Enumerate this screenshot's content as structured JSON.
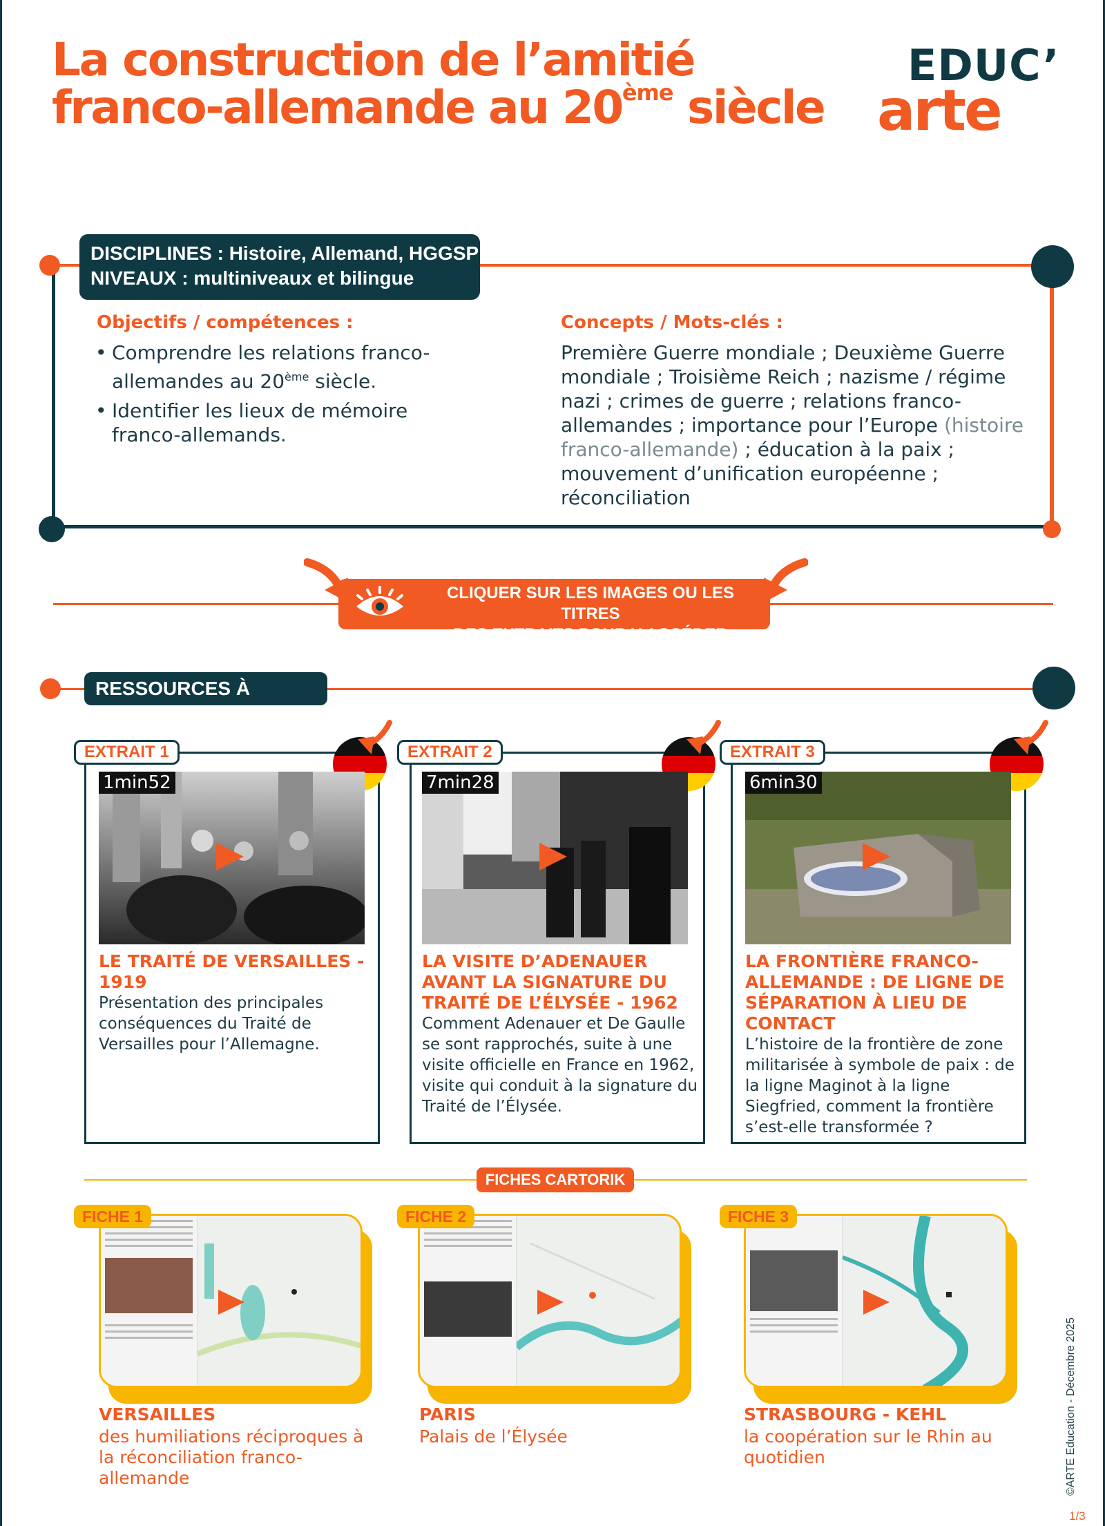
{
  "header": {
    "title_line1": "La construction de l’amitié",
    "title_line2_pre": "franco-allemande au 20",
    "title_line2_sup": "ème",
    "title_line2_post": " siècle",
    "logo_educ": "EDUC’",
    "logo_arte": "arte"
  },
  "disciplines": {
    "label_disc": "DISCIPLINES :",
    "value_disc": "Histoire, Allemand, HGGSP",
    "label_niv": "NIVEAUX :",
    "value_niv": "multiniveaux et bilingue"
  },
  "objectives": {
    "title": "Objectifs / compétences :",
    "item1_pre": "Comprendre les relations franco-allemandes au 20",
    "item1_sup": "ème",
    "item1_post": " siècle.",
    "item2": "Identifier les lieux de mémoire franco-allemands."
  },
  "concepts": {
    "title": "Concepts / Mots-clés :",
    "text_pre": "Première Guerre mondiale ; Deuxième Guerre mondiale ; Troisième Reich ; nazisme / régime nazi ; crimes de guerre ; relations franco-allemandes ; importance pour l’Europe ",
    "text_muted": "(histoire franco-allemande)",
    "text_post": " ; éducation à la paix ; mouvement d’unification européenne ; réconciliation"
  },
  "banner": {
    "line1": "CLIQUER SUR LES IMAGES OU LES TITRES",
    "line2": "DES EXTRAITS POUR Y ACCÉDER"
  },
  "resources": {
    "label": "RESSOURCES À UTILISER"
  },
  "extracts": [
    {
      "tag": "EXTRAIT 1",
      "duration": "1min52",
      "title": "LE TRAITÉ DE VERSAILLES - 1919",
      "desc": "Présentation des principales conséquences du Traité de Versailles pour l’Allemagne."
    },
    {
      "tag": "EXTRAIT 2",
      "duration": "7min28",
      "title": "LA VISITE D’ADENAUER AVANT LA SIGNATURE DU TRAITÉ DE L’ÉLYSÉE - 1962",
      "desc": "Comment Adenauer et De Gaulle se sont rapprochés, suite à une visite officielle en France en 1962, visite qui conduit à la signature du Traité de l’Élysée."
    },
    {
      "tag": "EXTRAIT 3",
      "duration": "6min30",
      "title": "LA FRONTIÈRE FRANCO-ALLEMANDE : DE LIGNE DE SÉPARATION À LIEU DE CONTACT",
      "desc": "L’histoire de la frontière de zone militarisée à symbole de paix : de la ligne Maginot à la ligne Siegfried, comment la frontière s’est-elle transformée ?"
    }
  ],
  "cartorik": {
    "label": "FICHES CARTORIK",
    "items": [
      {
        "tag": "FICHE 1",
        "title": "VERSAILLES",
        "subtitle": "des humiliations réciproques à la réconciliation franco-allemande"
      },
      {
        "tag": "FICHE 2",
        "title": "PARIS",
        "subtitle": "Palais de l’Élysée"
      },
      {
        "tag": "FICHE 3",
        "title": "STRASBOURG - KEHL",
        "subtitle": "la coopération sur le Rhin au quotidien"
      }
    ]
  },
  "footer": {
    "copyright": "©ARTE Education - Décembre 2025",
    "page": "1/3"
  },
  "colors": {
    "accent": "#f15a22",
    "dark": "#0f3a44",
    "yellow": "#f7b500"
  }
}
